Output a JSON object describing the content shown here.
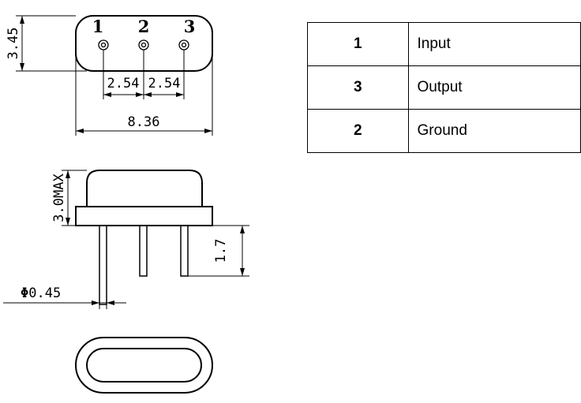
{
  "drawing": {
    "top_view": {
      "pin_labels": [
        "1",
        "2",
        "3"
      ],
      "height_dim": "3.45",
      "pitch_dim_1": "2.54",
      "pitch_dim_2": "2.54",
      "width_dim": "8.36"
    },
    "side_view": {
      "height_dim": "3.0MAX",
      "lead_length_dim": "1.7",
      "lead_diameter_symbol": "Φ",
      "lead_diameter_value": "0.45"
    }
  },
  "pin_table": {
    "rows": [
      {
        "pin": "1",
        "function": "Input"
      },
      {
        "pin": "3",
        "function": "Output"
      },
      {
        "pin": "2",
        "function": "Ground"
      }
    ]
  }
}
